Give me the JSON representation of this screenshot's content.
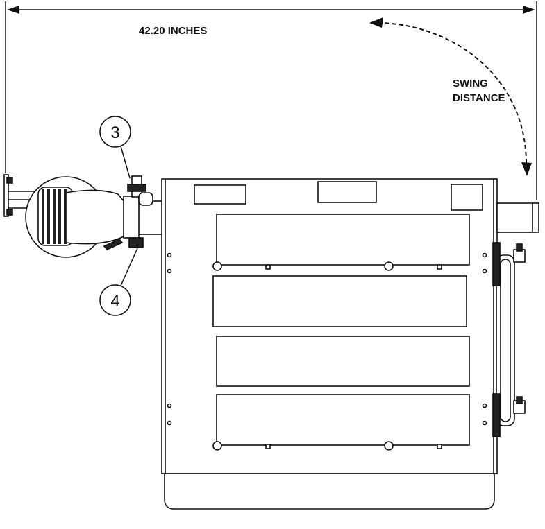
{
  "dimension": {
    "width_label": "42.20 INCHES"
  },
  "swing": {
    "line1": "SWING",
    "line2": "DISTANCE"
  },
  "callouts": {
    "c3": "3",
    "c4": "4"
  },
  "colors": {
    "ink": "#111111",
    "background": "#ffffff"
  }
}
